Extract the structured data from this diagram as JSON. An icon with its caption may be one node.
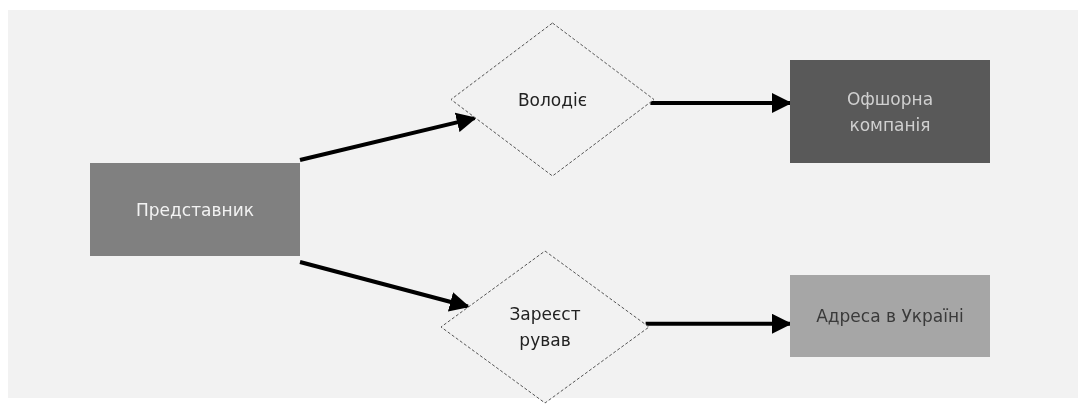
{
  "diagram": {
    "nodes": [
      {
        "text": [
          "Представник"
        ]
      },
      {
        "text": [
          "Володіє"
        ]
      },
      {
        "text": [
          "Офшорна компанія"
        ]
      },
      {
        "text": [
          "Зареєст рував"
        ]
      },
      {
        "text": [
          "Адреса в Україні"
        ]
      }
    ],
    "edges": [
      {
        "from": 0,
        "to": 1,
        "arrow": "to"
      },
      {
        "from": 0,
        "to": 3,
        "arrow": "to"
      },
      {
        "from": 1,
        "to": 2,
        "arrow": "to"
      },
      {
        "from": 3,
        "to": 4,
        "arrow": "to"
      }
    ]
  }
}
